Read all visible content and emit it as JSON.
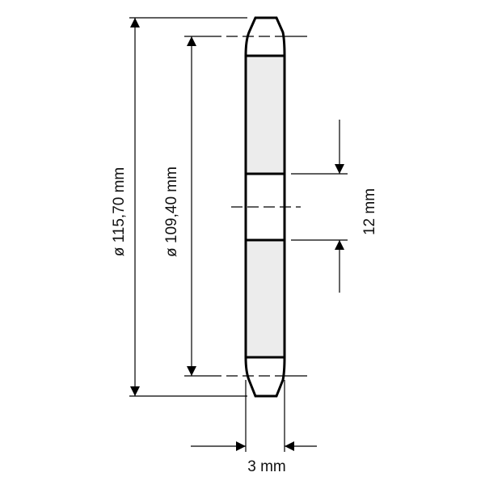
{
  "drawing": {
    "outer_diameter_label": "ø 115,70 mm",
    "pitch_diameter_label": "ø 109,40 mm",
    "hub_width_label": "12 mm",
    "thickness_label": "3 mm",
    "colors": {
      "line": "#000000",
      "fill": "#ececec"
    }
  }
}
